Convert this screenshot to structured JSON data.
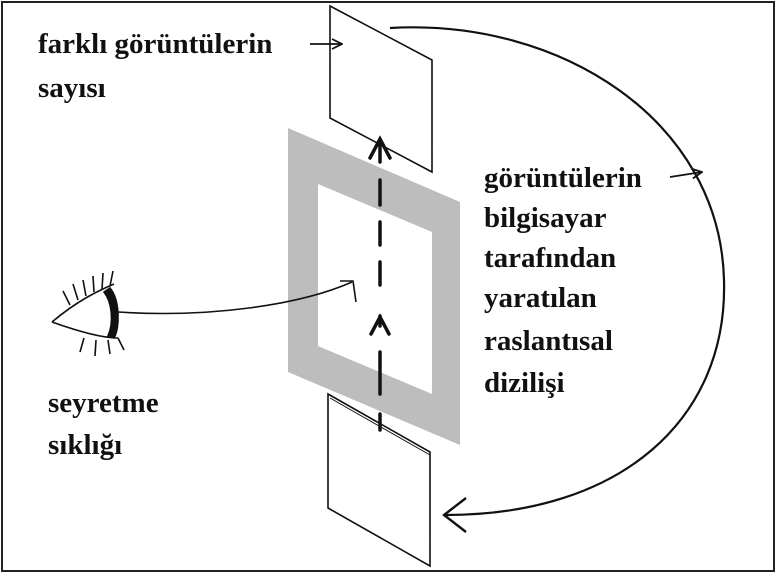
{
  "labels": {
    "image_count_line1": "farklı görüntülerin",
    "image_count_line2": "sayısı",
    "sequence_line1": "görüntülerin",
    "sequence_line2": "bilgisayar",
    "sequence_line3": "tarafından",
    "sequence_line4": "yaratılan",
    "sequence_line5": "raslantısal",
    "sequence_line6": "dizilişi",
    "viewing_line1": "seyretme",
    "viewing_line2": "sıklığı"
  },
  "colors": {
    "frame": "#bdbdbd",
    "ink": "#111111",
    "border": "#222222"
  },
  "icons": {
    "viewer": "eye-icon"
  }
}
